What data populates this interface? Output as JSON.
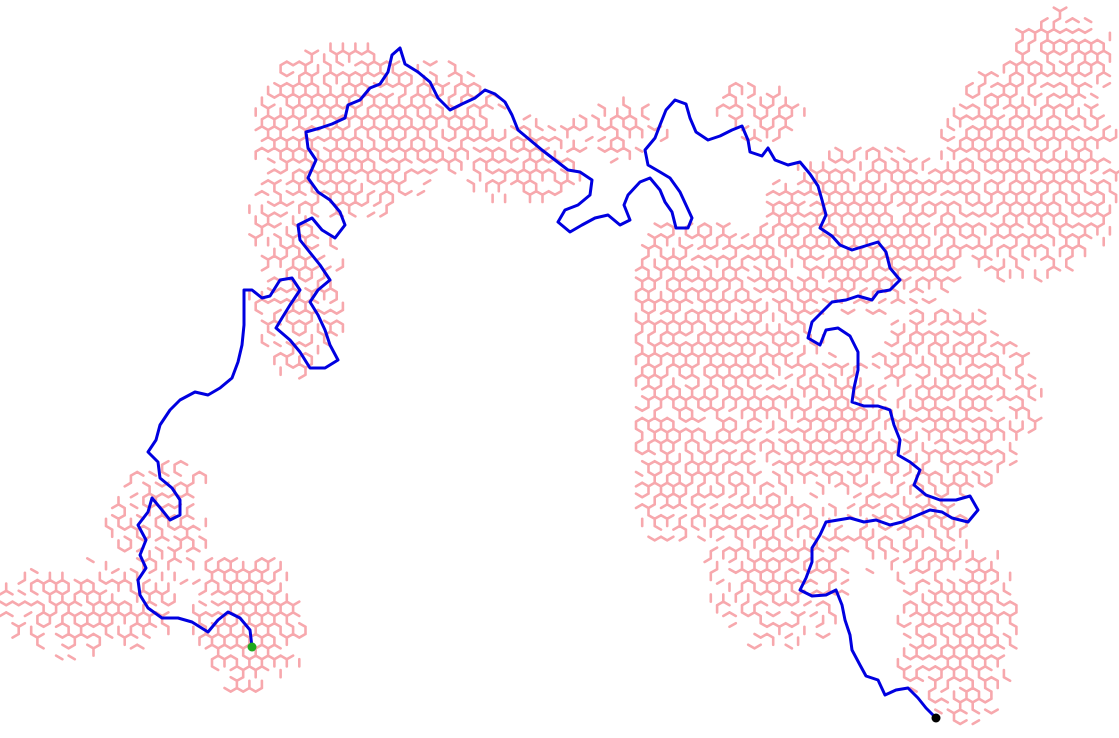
{
  "colors": {
    "background": "#ffffff",
    "cluster": "#f7a8ad",
    "path": "#0000e0",
    "start_marker": "#1fa81f",
    "end_marker": "#000000"
  },
  "figure": {
    "description_visible_text": "",
    "has_axes": false,
    "has_legend": false,
    "elements": [
      "hexagonal-percolation-cluster",
      "exploration-path",
      "start-point",
      "end-point"
    ]
  }
}
